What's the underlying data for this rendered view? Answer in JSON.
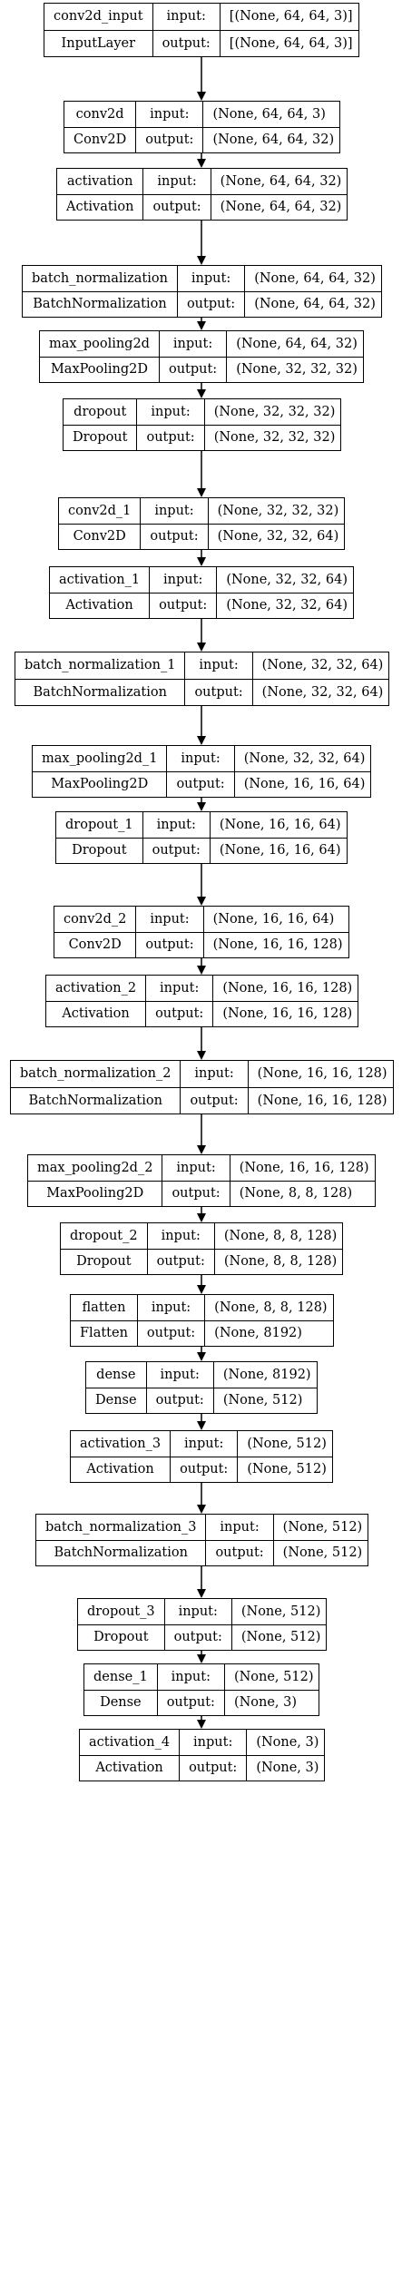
{
  "layers": [
    {
      "name": "conv2d_input",
      "type": "InputLayer",
      "input_label": "input:",
      "output_label": "output:",
      "input": "[(None, 64, 64, 3)]",
      "output": "[(None, 64, 64, 3)]"
    },
    {
      "name": "conv2d",
      "type": "Conv2D",
      "input_label": "input:",
      "output_label": "output:",
      "input": "(None, 64, 64, 3)",
      "output": "(None, 64, 64, 32)"
    },
    {
      "name": "activation",
      "type": "Activation",
      "input_label": "input:",
      "output_label": "output:",
      "input": "(None, 64, 64, 32)",
      "output": "(None, 64, 64, 32)"
    },
    {
      "name": "batch_normalization",
      "type": "BatchNormalization",
      "input_label": "input:",
      "output_label": "output:",
      "input": "(None, 64, 64, 32)",
      "output": "(None, 64, 64, 32)"
    },
    {
      "name": "max_pooling2d",
      "type": "MaxPooling2D",
      "input_label": "input:",
      "output_label": "output:",
      "input": "(None, 64, 64, 32)",
      "output": "(None, 32, 32, 32)"
    },
    {
      "name": "dropout",
      "type": "Dropout",
      "input_label": "input:",
      "output_label": "output:",
      "input": "(None, 32, 32, 32)",
      "output": "(None, 32, 32, 32)"
    },
    {
      "name": "conv2d_1",
      "type": "Conv2D",
      "input_label": "input:",
      "output_label": "output:",
      "input": "(None, 32, 32, 32)",
      "output": "(None, 32, 32, 64)"
    },
    {
      "name": "activation_1",
      "type": "Activation",
      "input_label": "input:",
      "output_label": "output:",
      "input": "(None, 32, 32, 64)",
      "output": "(None, 32, 32, 64)"
    },
    {
      "name": "batch_normalization_1",
      "type": "BatchNormalization",
      "input_label": "input:",
      "output_label": "output:",
      "input": "(None, 32, 32, 64)",
      "output": "(None, 32, 32, 64)"
    },
    {
      "name": "max_pooling2d_1",
      "type": "MaxPooling2D",
      "input_label": "input:",
      "output_label": "output:",
      "input": "(None, 32, 32, 64)",
      "output": "(None, 16, 16, 64)"
    },
    {
      "name": "dropout_1",
      "type": "Dropout",
      "input_label": "input:",
      "output_label": "output:",
      "input": "(None, 16, 16, 64)",
      "output": "(None, 16, 16, 64)"
    },
    {
      "name": "conv2d_2",
      "type": "Conv2D",
      "input_label": "input:",
      "output_label": "output:",
      "input": "(None, 16, 16, 64)",
      "output": "(None, 16, 16, 128)"
    },
    {
      "name": "activation_2",
      "type": "Activation",
      "input_label": "input:",
      "output_label": "output:",
      "input": "(None, 16, 16, 128)",
      "output": "(None, 16, 16, 128)"
    },
    {
      "name": "batch_normalization_2",
      "type": "BatchNormalization",
      "input_label": "input:",
      "output_label": "output:",
      "input": "(None, 16, 16, 128)",
      "output": "(None, 16, 16, 128)"
    },
    {
      "name": "max_pooling2d_2",
      "type": "MaxPooling2D",
      "input_label": "input:",
      "output_label": "output:",
      "input": "(None, 16, 16, 128)",
      "output": "(None, 8, 8, 128)"
    },
    {
      "name": "dropout_2",
      "type": "Dropout",
      "input_label": "input:",
      "output_label": "output:",
      "input": "(None, 8, 8, 128)",
      "output": "(None, 8, 8, 128)"
    },
    {
      "name": "flatten",
      "type": "Flatten",
      "input_label": "input:",
      "output_label": "output:",
      "input": "(None, 8, 8, 128)",
      "output": "(None, 8192)"
    },
    {
      "name": "dense",
      "type": "Dense",
      "input_label": "input:",
      "output_label": "output:",
      "input": "(None, 8192)",
      "output": "(None, 512)"
    },
    {
      "name": "activation_3",
      "type": "Activation",
      "input_label": "input:",
      "output_label": "output:",
      "input": "(None, 512)",
      "output": "(None, 512)"
    },
    {
      "name": "batch_normalization_3",
      "type": "BatchNormalization",
      "input_label": "input:",
      "output_label": "output:",
      "input": "(None, 512)",
      "output": "(None, 512)"
    },
    {
      "name": "dropout_3",
      "type": "Dropout",
      "input_label": "input:",
      "output_label": "output:",
      "input": "(None, 512)",
      "output": "(None, 512)"
    },
    {
      "name": "dense_1",
      "type": "Dense",
      "input_label": "input:",
      "output_label": "output:",
      "input": "(None, 512)",
      "output": "(None, 3)"
    },
    {
      "name": "activation_4",
      "type": "Activation",
      "input_label": "input:",
      "output_label": "output:",
      "input": "(None, 3)",
      "output": "(None, 3)"
    }
  ]
}
